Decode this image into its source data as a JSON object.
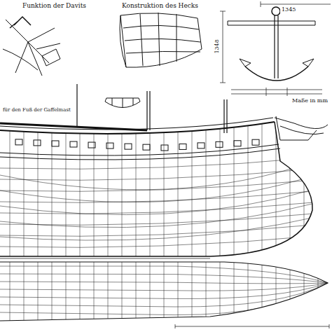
{
  "diagram": {
    "labels": [
      "Funktion der Davits",
      "Konstruktion des Hecks",
      "1345",
      "1348",
      "Maße in mm",
      "für den Fuß der Gaffelmast"
    ]
  }
}
